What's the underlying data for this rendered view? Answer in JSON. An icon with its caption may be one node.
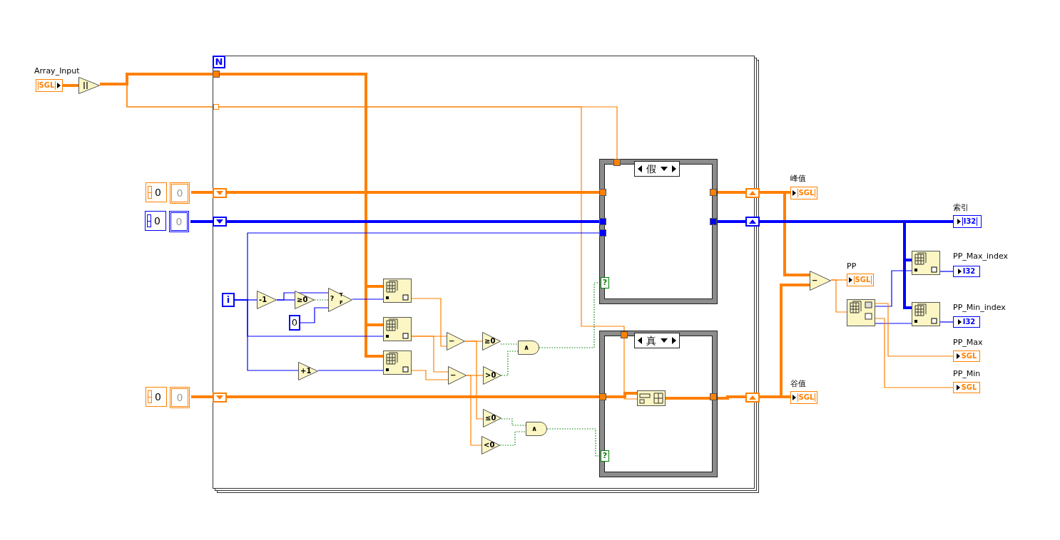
{
  "diagram": {
    "nodes": [
      {
        "text": [
          "Array_Input",
          "SGL"
        ]
      },
      {
        "text": [],
        "shape": "triangle"
      },
      {
        "text": [],
        "shape": "box"
      },
      {
        "text": [
          "N"
        ],
        "in": 2
      },
      {
        "text": [
          "0",
          "0"
        ]
      },
      {
        "text": [
          "0",
          "0"
        ]
      },
      {
        "text": [
          "0",
          "0"
        ]
      },
      {
        "text": [],
        "shape": "box",
        "in": 2
      },
      {
        "text": [],
        "shape": "box",
        "in": 2
      },
      {
        "text": [],
        "shape": "box",
        "in": 2
      },
      {
        "text": [
          "i"
        ],
        "in": 2
      },
      {
        "text": [
          "-1"
        ],
        "in": 2
      },
      {
        "text": [
          "≥0"
        ],
        "in": 2
      },
      {
        "text": [
          "0"
        ],
        "in": 2
      },
      {
        "text": [
          "?",
          "T",
          "F"
        ],
        "in": 2
      },
      {
        "text": [
          "+1"
        ],
        "in": 2
      },
      {
        "text": [],
        "shape": "box",
        "in": 2
      },
      {
        "text": [],
        "shape": "box",
        "in": 2
      },
      {
        "text": [],
        "shape": "box",
        "in": 2
      },
      {
        "text": [
          "−"
        ],
        "in": 2
      },
      {
        "text": [
          "−"
        ],
        "in": 2
      },
      {
        "text": [
          "≥0"
        ],
        "in": 2
      },
      {
        "text": [
          ">0"
        ],
        "in": 2
      },
      {
        "text": [
          "≤0"
        ],
        "in": 2
      },
      {
        "text": [
          "<0"
        ],
        "in": 2
      },
      {
        "text": [
          "∧"
        ],
        "in": 2
      },
      {
        "text": [
          "∧"
        ],
        "in": 2
      },
      {
        "text": [
          "假",
          "?"
        ],
        "in": 2
      },
      {
        "text": [
          "真",
          "?"
        ],
        "in": 2
      },
      {
        "text": [],
        "shape": "box",
        "in": 28
      },
      {
        "text": [],
        "shape": "box"
      },
      {
        "text": [],
        "shape": "box"
      },
      {
        "text": [],
        "shape": "box"
      },
      {
        "text": [
          "峰值",
          "SGL"
        ]
      },
      {
        "text": [
          "索引",
          "I32"
        ]
      },
      {
        "text": [
          "谷值",
          "SGL"
        ]
      },
      {
        "text": [
          "−"
        ]
      },
      {
        "text": [
          "PP",
          "SGL"
        ]
      },
      {
        "text": [],
        "shape": "box"
      },
      {
        "text": [],
        "shape": "box"
      },
      {
        "text": [],
        "shape": "box"
      },
      {
        "text": [
          "PP_Max_index",
          "I32"
        ]
      },
      {
        "text": [
          "PP_Min_index",
          "I32"
        ]
      },
      {
        "text": [
          "PP_Max",
          "SGL"
        ]
      },
      {
        "text": [
          "PP_Min",
          "SGL"
        ]
      }
    ],
    "edges": [
      {
        "from": 0,
        "to": 1,
        "arrow": "none",
        "style": "thick"
      },
      {
        "from": 1,
        "to": 16,
        "arrow": "none",
        "style": "thick"
      },
      {
        "from": 1,
        "to": 17,
        "arrow": "none",
        "style": "thick"
      },
      {
        "from": 1,
        "to": 18,
        "arrow": "none",
        "style": "thick"
      },
      {
        "from": 1,
        "to": 27,
        "arrow": "none"
      },
      {
        "from": 1,
        "to": 29,
        "arrow": "none"
      },
      {
        "from": 4,
        "to": 7,
        "arrow": "none",
        "style": "thick"
      },
      {
        "from": 5,
        "to": 8,
        "arrow": "none",
        "style": "thick",
        "color": "#0000ff"
      },
      {
        "from": 6,
        "to": 9,
        "arrow": "none",
        "style": "thick"
      },
      {
        "from": 7,
        "to": 27,
        "arrow": "none",
        "style": "thick"
      },
      {
        "from": 8,
        "to": 27,
        "arrow": "none",
        "style": "thick",
        "color": "#0000ff"
      },
      {
        "from": 10,
        "to": 27,
        "arrow": "none",
        "color": "#0000ff"
      },
      {
        "from": 9,
        "to": 29,
        "arrow": "none",
        "style": "thick"
      },
      {
        "from": 27,
        "to": 30,
        "arrow": "none",
        "style": "thick"
      },
      {
        "from": 27,
        "to": 31,
        "arrow": "none",
        "style": "thick",
        "color": "#0000ff"
      },
      {
        "from": 29,
        "to": 32,
        "arrow": "none",
        "style": "thick"
      },
      {
        "from": 30,
        "to": 33,
        "arrow": "none",
        "style": "thick"
      },
      {
        "from": 30,
        "to": 36,
        "arrow": "none",
        "style": "thick"
      },
      {
        "from": 31,
        "to": 34,
        "arrow": "none",
        "style": "thick",
        "color": "#0000ff"
      },
      {
        "from": 31,
        "to": 39,
        "arrow": "none",
        "style": "thick",
        "color": "#0000ff"
      },
      {
        "from": 31,
        "to": 40,
        "arrow": "none",
        "style": "thick",
        "color": "#0000ff"
      },
      {
        "from": 32,
        "to": 35,
        "arrow": "none",
        "style": "thick"
      },
      {
        "from": 32,
        "to": 36,
        "arrow": "none",
        "style": "thick"
      },
      {
        "from": 36,
        "to": 37,
        "arrow": "none"
      },
      {
        "from": 36,
        "to": 38,
        "arrow": "none"
      },
      {
        "from": 38,
        "to": 39,
        "arrow": "none",
        "color": "#0000ff"
      },
      {
        "from": 38,
        "to": 40,
        "arrow": "none",
        "color": "#0000ff"
      },
      {
        "from": 38,
        "to": 43,
        "arrow": "none"
      },
      {
        "from": 38,
        "to": 44,
        "arrow": "none"
      },
      {
        "from": 39,
        "to": 41,
        "arrow": "none",
        "color": "#0000ff"
      },
      {
        "from": 40,
        "to": 42,
        "arrow": "none",
        "color": "#0000ff"
      },
      {
        "from": 10,
        "to": 11,
        "arrow": "none",
        "color": "#0000ff"
      },
      {
        "from": 10,
        "to": 17,
        "arrow": "none",
        "color": "#0000ff"
      },
      {
        "from": 10,
        "to": 15,
        "arrow": "none",
        "color": "#0000ff"
      },
      {
        "from": 11,
        "to": 12,
        "arrow": "none",
        "color": "#0000ff"
      },
      {
        "from": 11,
        "to": 14,
        "arrow": "none",
        "color": "#0000ff"
      },
      {
        "from": 12,
        "to": 14,
        "arrow": "none",
        "style": "dashed",
        "color": "#008000"
      },
      {
        "from": 13,
        "to": 14,
        "arrow": "none",
        "color": "#0000ff"
      },
      {
        "from": 14,
        "to": 16,
        "arrow": "none",
        "color": "#0000ff"
      },
      {
        "from": 15,
        "to": 18,
        "arrow": "none",
        "color": "#0000ff"
      },
      {
        "from": 16,
        "to": 19,
        "arrow": "none"
      },
      {
        "from": 17,
        "to": 19,
        "arrow": "none"
      },
      {
        "from": 17,
        "to": 20,
        "arrow": "none"
      },
      {
        "from": 18,
        "to": 20,
        "arrow": "none"
      },
      {
        "from": 19,
        "to": 21,
        "arrow": "none"
      },
      {
        "from": 19,
        "to": 23,
        "arrow": "none"
      },
      {
        "from": 20,
        "to": 22,
        "arrow": "none"
      },
      {
        "from": 20,
        "to": 24,
        "arrow": "none"
      },
      {
        "from": 21,
        "to": 25,
        "arrow": "none",
        "style": "dashed",
        "color": "#008000"
      },
      {
        "from": 22,
        "to": 25,
        "arrow": "none",
        "style": "dashed",
        "color": "#008000"
      },
      {
        "from": 23,
        "to": 26,
        "arrow": "none",
        "style": "dashed",
        "color": "#008000"
      },
      {
        "from": 24,
        "to": 26,
        "arrow": "none",
        "style": "dashed",
        "color": "#008000"
      },
      {
        "from": 25,
        "to": 27,
        "arrow": "none",
        "style": "dashed",
        "color": "#008000"
      },
      {
        "from": 26,
        "to": 28,
        "arrow": "none",
        "style": "dashed",
        "color": "#008000"
      }
    ]
  }
}
